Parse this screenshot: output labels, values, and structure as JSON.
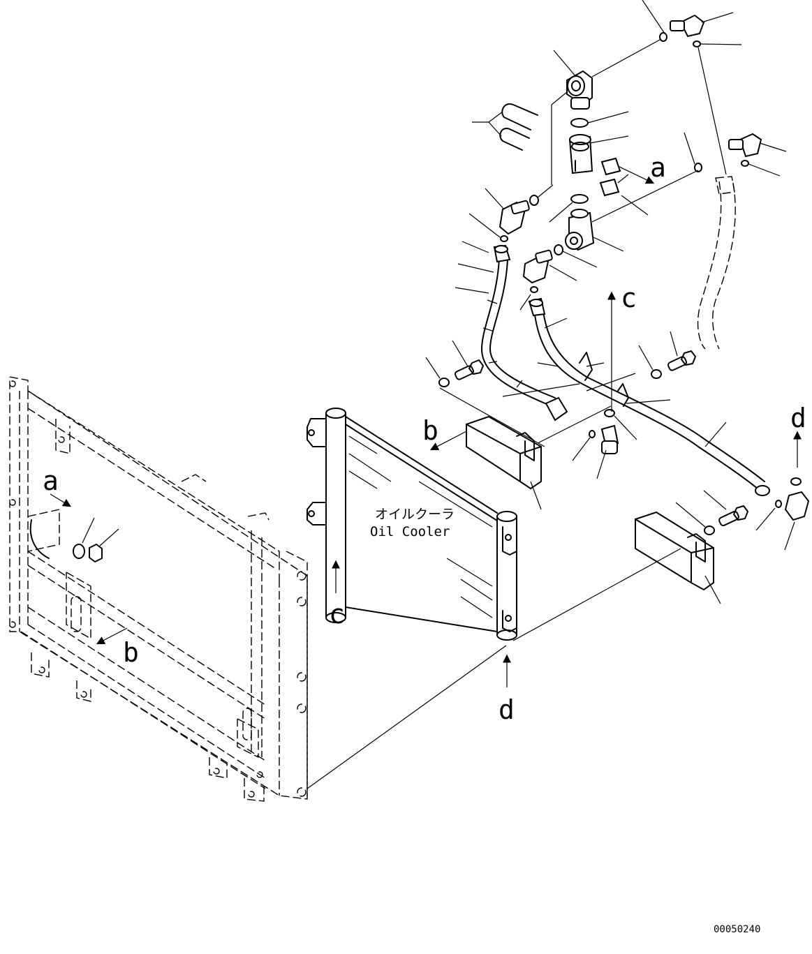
{
  "labels": {
    "a": "a",
    "b": "b",
    "c": "c",
    "d": "d"
  },
  "component": {
    "name_jp": "オイルクーラ",
    "name_en": "Oil Cooler"
  },
  "drawing_code": "00050240",
  "icons": [
    "arrow-icon",
    "hose-icon",
    "elbow-fitting-icon",
    "bolt-icon",
    "bracket-icon",
    "oring-icon",
    "ubolt-icon"
  ]
}
